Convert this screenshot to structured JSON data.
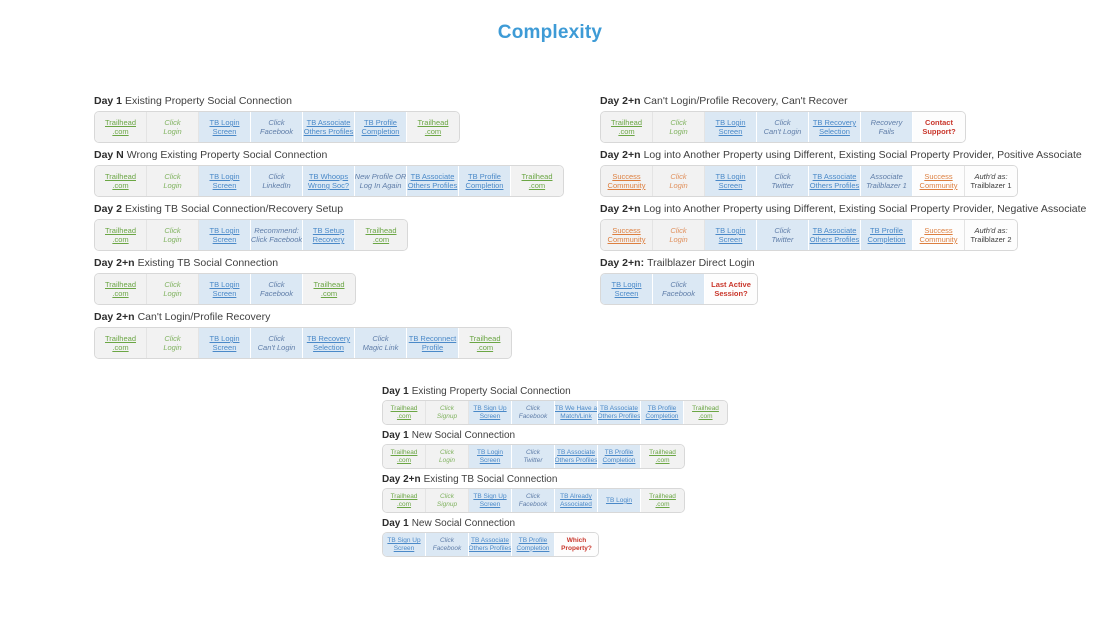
{
  "title": "Complexity",
  "colors": {
    "title_blue": "#3e9bd6",
    "link_blue": "#4a89c8",
    "blue_bg": "#dbe8f4",
    "green": "#6ba644",
    "green_lt": "#7fb25e",
    "orange": "#dd7f3f",
    "orange_lt": "#e0905c",
    "slate": "#5f7da8",
    "red": "#c9372c",
    "gray_bg": "#f2f2f2"
  },
  "groups": [
    {
      "name": "left",
      "size": "lg",
      "flows": [
        {
          "day": "Day 1",
          "label": "Existing Property Social Connection",
          "cells": [
            {
              "style": "g-link",
              "lines": [
                "Trailhead",
                ".com"
              ]
            },
            {
              "style": "g-act",
              "lines": [
                "Click",
                "Login"
              ]
            },
            {
              "style": "b-link",
              "lines": [
                "TB Login",
                "Screen"
              ]
            },
            {
              "style": "b-act",
              "lines": [
                "Click",
                "Facebook"
              ]
            },
            {
              "style": "b-link",
              "lines": [
                "TB Associate",
                "Others Profiles"
              ]
            },
            {
              "style": "b-link",
              "lines": [
                "TB Profile",
                "Completion"
              ]
            },
            {
              "style": "g-link",
              "lines": [
                "Trailhead",
                ".com"
              ]
            }
          ]
        },
        {
          "day": "Day N",
          "label": "Wrong Existing Property Social Connection",
          "cells": [
            {
              "style": "g-link",
              "lines": [
                "Trailhead",
                ".com"
              ]
            },
            {
              "style": "g-act",
              "lines": [
                "Click",
                "Login"
              ]
            },
            {
              "style": "b-link",
              "lines": [
                "TB Login",
                "Screen"
              ]
            },
            {
              "style": "b-act",
              "lines": [
                "Click",
                "LinkedIn"
              ]
            },
            {
              "style": "b-link",
              "lines": [
                "TB Whoops",
                "Wrong Soc?"
              ]
            },
            {
              "style": "b-act",
              "lines": [
                "New Profile OR",
                "Log In Again"
              ]
            },
            {
              "style": "b-link",
              "lines": [
                "TB Associate",
                "Others Profiles"
              ]
            },
            {
              "style": "b-link",
              "lines": [
                "TB Profile",
                "Completion"
              ]
            },
            {
              "style": "g-link",
              "lines": [
                "Trailhead",
                ".com"
              ]
            }
          ]
        },
        {
          "day": "Day 2",
          "label": "Existing TB Social Connection/Recovery Setup",
          "cells": [
            {
              "style": "g-link",
              "lines": [
                "Trailhead",
                ".com"
              ]
            },
            {
              "style": "g-act",
              "lines": [
                "Click",
                "Login"
              ]
            },
            {
              "style": "b-link",
              "lines": [
                "TB Login",
                "Screen"
              ]
            },
            {
              "style": "b-act",
              "lines": [
                "Recommend:",
                "Click Facebook"
              ]
            },
            {
              "style": "b-link",
              "lines": [
                "TB Setup",
                "Recovery"
              ]
            },
            {
              "style": "g-link",
              "lines": [
                "Trailhead",
                ".com"
              ]
            }
          ]
        },
        {
          "day": "Day 2+n",
          "label": "Existing TB Social Connection",
          "cells": [
            {
              "style": "g-link",
              "lines": [
                "Trailhead",
                ".com"
              ]
            },
            {
              "style": "g-act",
              "lines": [
                "Click",
                "Login"
              ]
            },
            {
              "style": "b-link",
              "lines": [
                "TB Login",
                "Screen"
              ]
            },
            {
              "style": "b-act",
              "lines": [
                "Click",
                "Facebook"
              ]
            },
            {
              "style": "g-link",
              "lines": [
                "Trailhead",
                ".com"
              ]
            }
          ]
        },
        {
          "day": "Day 2+n",
          "label": "Can't Login/Profile Recovery",
          "cells": [
            {
              "style": "g-link",
              "lines": [
                "Trailhead",
                ".com"
              ]
            },
            {
              "style": "g-act",
              "lines": [
                "Click",
                "Login"
              ]
            },
            {
              "style": "b-link",
              "lines": [
                "TB Login",
                "Screen"
              ]
            },
            {
              "style": "b-act",
              "lines": [
                "Click",
                "Can't Login"
              ]
            },
            {
              "style": "b-link",
              "lines": [
                "TB Recovery",
                "Selection"
              ]
            },
            {
              "style": "b-act",
              "lines": [
                "Click",
                "Magic Link"
              ]
            },
            {
              "style": "b-link",
              "lines": [
                "TB Reconnect",
                "Profile"
              ]
            },
            {
              "style": "g-link",
              "lines": [
                "Trailhead",
                ".com"
              ]
            }
          ]
        }
      ]
    },
    {
      "name": "right",
      "size": "lg",
      "flows": [
        {
          "day": "Day 2+n",
          "label": "Can't Login/Profile Recovery, Can't Recover",
          "cells": [
            {
              "style": "g-link",
              "lines": [
                "Trailhead",
                ".com"
              ]
            },
            {
              "style": "g-act",
              "lines": [
                "Click",
                "Login"
              ]
            },
            {
              "style": "b-link",
              "lines": [
                "TB Login",
                "Screen"
              ]
            },
            {
              "style": "b-act",
              "lines": [
                "Click",
                "Can't Login"
              ]
            },
            {
              "style": "b-link",
              "lines": [
                "TB Recovery",
                "Selection"
              ]
            },
            {
              "style": "b-act",
              "lines": [
                "Recovery",
                "Fails"
              ]
            },
            {
              "style": "alert",
              "lines": [
                "Contact",
                "Support?"
              ]
            }
          ]
        },
        {
          "day": "Day 2+n",
          "label": "Log into Another Property using Different, Existing Social Property Provider, Positive Associate",
          "cells": [
            {
              "style": "o-link",
              "lines": [
                "Success",
                "Community"
              ]
            },
            {
              "style": "o-act",
              "lines": [
                "Click",
                "Login"
              ]
            },
            {
              "style": "b-link",
              "lines": [
                "TB Login",
                "Screen"
              ]
            },
            {
              "style": "b-act",
              "lines": [
                "Click",
                "Twitter"
              ]
            },
            {
              "style": "b-link",
              "lines": [
                "TB Associate",
                "Others Profiles"
              ]
            },
            {
              "style": "b-act",
              "lines": [
                "Associate",
                "Trailblazer 1"
              ]
            },
            {
              "style": "o-link-w",
              "lines": [
                "Success",
                "Community"
              ]
            },
            {
              "style": "authd",
              "lines": [
                "Auth'd as:",
                "Trailblazer 1"
              ]
            }
          ]
        },
        {
          "day": "Day 2+n",
          "label": "Log into Another Property using Different, Existing Social Property Provider, Negative Associate",
          "cells": [
            {
              "style": "o-link",
              "lines": [
                "Success",
                "Community"
              ]
            },
            {
              "style": "o-act",
              "lines": [
                "Click",
                "Login"
              ]
            },
            {
              "style": "b-link",
              "lines": [
                "TB Login",
                "Screen"
              ]
            },
            {
              "style": "b-act",
              "lines": [
                "Click",
                "Twitter"
              ]
            },
            {
              "style": "b-link",
              "lines": [
                "TB Associate",
                "Others Profiles"
              ]
            },
            {
              "style": "b-link",
              "lines": [
                "TB Profile",
                "Completion"
              ]
            },
            {
              "style": "o-link-w",
              "lines": [
                "Success",
                "Community"
              ]
            },
            {
              "style": "authd",
              "lines": [
                "Auth'd as:",
                "Trailblazer 2"
              ]
            }
          ]
        },
        {
          "day": "Day 2+n:",
          "label": "Trailblazer Direct Login",
          "cells": [
            {
              "style": "b-link",
              "lines": [
                "TB Login",
                "Screen"
              ]
            },
            {
              "style": "b-act",
              "lines": [
                "Click",
                "Facebook"
              ]
            },
            {
              "style": "alert",
              "lines": [
                "Last Active",
                "Session?"
              ]
            }
          ]
        }
      ]
    },
    {
      "name": "bottom",
      "size": "sm",
      "flows": [
        {
          "day": "Day 1",
          "label": "Existing Property Social Connection",
          "cells": [
            {
              "style": "g-link",
              "lines": [
                "Trailhead",
                ".com"
              ]
            },
            {
              "style": "g-act",
              "lines": [
                "Click",
                "Signup"
              ]
            },
            {
              "style": "b-link",
              "lines": [
                "TB Sign Up",
                "Screen"
              ]
            },
            {
              "style": "b-act",
              "lines": [
                "Click",
                "Facebook"
              ]
            },
            {
              "style": "b-link",
              "lines": [
                "TB We Have a",
                "Match/Link"
              ]
            },
            {
              "style": "b-link",
              "lines": [
                "TB Associate",
                "Others Profiles"
              ]
            },
            {
              "style": "b-link",
              "lines": [
                "TB Profile",
                "Completion"
              ]
            },
            {
              "style": "g-link",
              "lines": [
                "Trailhead",
                ".com"
              ]
            }
          ]
        },
        {
          "day": "Day 1",
          "label": "New Social Connection",
          "cells": [
            {
              "style": "g-link",
              "lines": [
                "Trailhead",
                ".com"
              ]
            },
            {
              "style": "g-act",
              "lines": [
                "Click",
                "Login"
              ]
            },
            {
              "style": "b-link",
              "lines": [
                "TB Login",
                "Screen"
              ]
            },
            {
              "style": "b-act",
              "lines": [
                "Click",
                "Twitter"
              ]
            },
            {
              "style": "b-link",
              "lines": [
                "TB Associate",
                "Others Profiles"
              ]
            },
            {
              "style": "b-link",
              "lines": [
                "TB Profile",
                "Completion"
              ]
            },
            {
              "style": "g-link",
              "lines": [
                "Trailhead",
                ".com"
              ]
            }
          ]
        },
        {
          "day": "Day 2+n",
          "label": "Existing TB Social Connection",
          "cells": [
            {
              "style": "g-link",
              "lines": [
                "Trailhead",
                ".com"
              ]
            },
            {
              "style": "g-act",
              "lines": [
                "Click",
                "Signup"
              ]
            },
            {
              "style": "b-link",
              "lines": [
                "TB Sign Up",
                "Screen"
              ]
            },
            {
              "style": "b-act",
              "lines": [
                "Click",
                "Facebook"
              ]
            },
            {
              "style": "b-link",
              "lines": [
                "TB Already",
                "Associated"
              ]
            },
            {
              "style": "b-link",
              "lines": [
                "TB Login"
              ]
            },
            {
              "style": "g-link",
              "lines": [
                "Trailhead",
                ".com"
              ]
            }
          ]
        },
        {
          "day": "Day 1",
          "label": "New Social Connection",
          "cells": [
            {
              "style": "b-link",
              "lines": [
                "TB Sign Up",
                "Screen"
              ]
            },
            {
              "style": "b-act",
              "lines": [
                "Click",
                "Facebook"
              ]
            },
            {
              "style": "b-link",
              "lines": [
                "TB Associate",
                "Others Profiles"
              ]
            },
            {
              "style": "b-link",
              "lines": [
                "TB Profile",
                "Completion"
              ]
            },
            {
              "style": "alert",
              "lines": [
                "Which",
                "Property?"
              ]
            }
          ]
        }
      ]
    }
  ]
}
